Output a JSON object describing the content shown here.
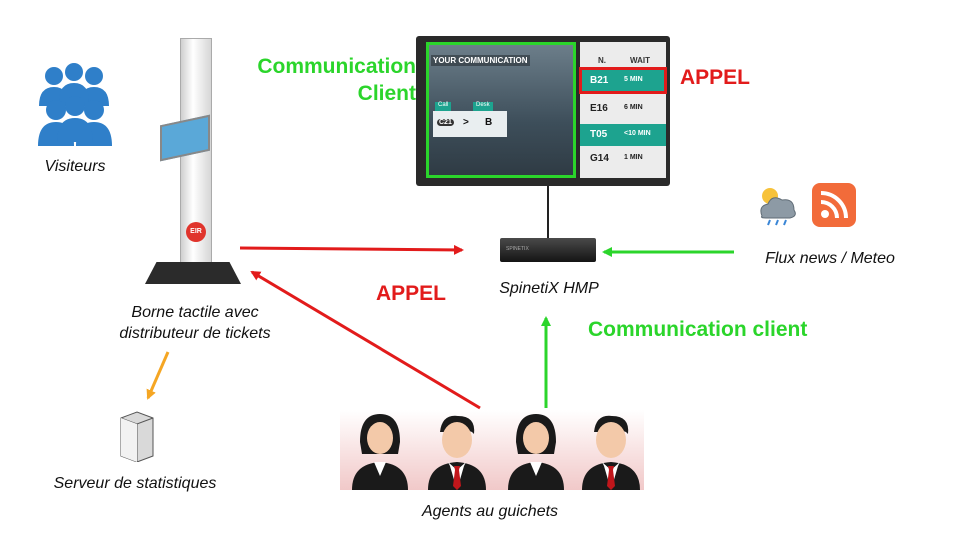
{
  "labels": {
    "visiteurs": "Visiteurs",
    "borne_line1": "Borne tactile avec",
    "borne_line2": "distributeur de tickets",
    "serveur": "Serveur de statistiques",
    "agents": "Agents au guichets",
    "hmp": "SpinetiX HMP",
    "flux": "Flux news / Meteo"
  },
  "callouts": {
    "comm_client_line1": "Communication",
    "comm_client_line2": "Client",
    "appel_top": "APPEL",
    "appel_mid": "APPEL",
    "comm_client_right": "Communication client"
  },
  "screen": {
    "main_title": "YOUR COMMUNICATION",
    "call_tag": "Call",
    "desk_tag": "Desk",
    "call_value": "C21",
    "arrow": ">",
    "desk_value": "B",
    "col_n": "N.",
    "col_wait": "WAIT",
    "rows": [
      {
        "n": "B21",
        "wait": "5 MIN"
      },
      {
        "n": "E16",
        "wait": "6 MIN"
      },
      {
        "n": "T05",
        "wait": "<10 MIN"
      },
      {
        "n": "G14",
        "wait": "1 MIN"
      }
    ]
  },
  "device_text": {
    "kiosk_logo": "EIR",
    "hmp_brand": "SPINETIX"
  },
  "colors": {
    "green": "#2bd52b",
    "red": "#e21b1b",
    "orange": "#f5a623",
    "teal": "#1da38f",
    "people_blue": "#2f7fc9"
  },
  "icons": [
    "people-group-icon",
    "kiosk-icon",
    "server-icon",
    "screen-icon",
    "hmp-device-icon",
    "weather-icon",
    "rss-icon",
    "agent-woman-icon",
    "agent-man-icon"
  ]
}
